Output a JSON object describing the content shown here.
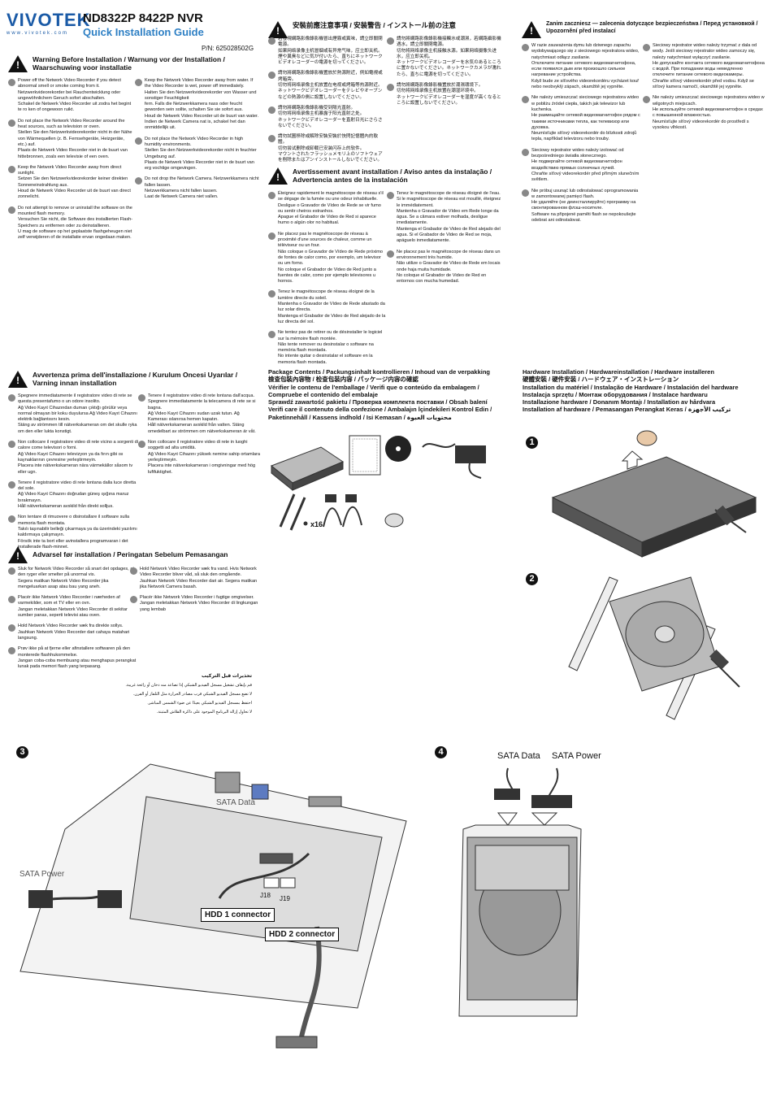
{
  "header": {
    "brand": "VIVOTEK",
    "brand_url": "www.vivotek.com",
    "model": "ND8322P 8422P NVR",
    "guide": "Quick Installation Guide",
    "pn": "P/N: 625028502G"
  },
  "warn1": {
    "title": "Warning Before Installation / Warnung vor der Installation / Waarschuwing voor installatie",
    "left": [
      "Power off the Network Video Recorder if you detect abnormal smell or smoke coming from it.\nNetzwerkvideorekorder bei Rauchentwicklung oder ungewöhnlichem Geruch sofort abschalten.\nSchakel de Netwerk Video Recorder uit zodra het begint te ro ken of ongewoon ruikt.",
      "Do not place the Network Video Recorder around the heat sources, such as television or oven.\nStellen Sie den Netzwerkvideorekorder nicht in der Nähe von Wärmequellen (z. B. Fernsehgeräte, Heizgeräte, etc.) auf.\nPlaats de Netwerk Video Recorder niet in de buurt van hittebronnen, zoals een televisie of een oven.",
      "Keep the Network Video Recorder away from direct sunlight.\nSetzen Sie den Netzwerkvideorekorder keiner direkten Sonneneinstrahlung aus.\nHoud de Netwerk Video Recorder uit de buurt van direct zonnelicht.",
      "Do not attempt to remove or uninstall the software on the mounted flash memory.\nVersuchen Sie nicht, die Software des installierten Flash-Speichers zu entfernen oder zu deinstallieren.\nU mag de software op het geplaatste flashgeheugen niet zelf verwijderen of de installatie ervan ongedaan maken."
    ],
    "right": [
      "Keep the Network Video Recorder away from water. If the Video Recorder is wet, power off immediately.\nHalten Sie den Netzwerkvideorekorder von Wasser und sonstiger Feuchtigkeit\nfern. Falls die Netzwerkkamera nass oder feucht geworden sein sollte, schalten Sie sie sofort aus.\nHoud de Netwerk Video Recorder uit de buurt van water. Indien de Netwerk Camera nat is, schakel het dan onmiddellijk uit.",
      "Do not place the Network Video Recorder in high humidity environments.\nStellen Sie den Netzwerkvideorekorder nicht in feuchter Umgebung auf.\nPlaats de Netwerk Video Recorder niet in de buurt van erg vochtige omgevingen.",
      "Do not drop the Network Camera. Netzwerkkamera nicht fallen lassen.\nNetzwerkkamera nicht fallen lassen.\nLaat de Netwerk Camera niet vallen."
    ]
  },
  "warn_cjk": {
    "title": "安裝前應注意事項 / 安装警告 / インストール前の注意",
    "left": [
      "若發現網路影像錄影機冒出煙霧或異味，請立即關閉電源。\n如果网络录像主机冒烟或有异常气味，应立即关机。\n煙や異臭などに気が付いたら、直ちにネットワークビデオレコーダーの電源を切ってください。",
      "請勿將網路影像錄影機置放於熱源附近，例如電視或烤箱旁。\n切勿将网络录像主机放置在电视或烤箱等热源附近。\nネットワークビデオレコーダーをテレビやオーブンなどの熱源の側に設置しないでください。",
      "請勿將網路影像錄影機受到陽光直射。\n切勿将网络录像主机暴露于阳光直射之处。\nネットワークビデオレコーダーを直射日光にさらさないでください。",
      "請勿試圖移除或解除安裝安裝於快閃記憶體內的軟體。\n切勿尝试删除或卸载已安装闪存上的软件。\nマウントされたフラッシュメモリ上のソフトウェアを削除またはアンインストールしないでください。"
    ],
    "right": [
      "請勿將網路影像錄影機接觸水或潮濕，若網路攝影機遇水，請立即關閉電源。\n切勿将网络录像主机接触水源。如果网络摄像头进水，应立即关机。\nネットワークビデオレコーダーを水気のあるところに置かないでください。ネットワークカメラが濡れたら、直ちに電源を切ってください。",
      "請勿將網路影像錄影機置放於潮濕環境下。\n切勿将网络录像主机放置在潮湿环境中。\nネットワークビデオレコーダーを湿度が高くなるところに設置しないでください。"
    ]
  },
  "warn_fr": {
    "title": "Avertissement avant installation / Aviso antes da instalação / Advertencia antes de la instalación",
    "left": [
      "Éteignez rapidement le magnétoscope de réseau s'il se dégage de la fumée ou une odeur inhabituelle.\nDesligue o Gravador de Vídeo de Rede se vir fumo ou sentir cheiros estranhos.\nApague el Grabador de Video de Red si aparece humo o algún olor no habitual.",
      "Ne placez pas le magnétoscope de réseau à proximité d'une sources de chaleur, comme un téléviseur ou un four.\nNão coloque o Gravador de Vídeo de Rede próximo de fontes de calor como, por exemplo, um televisor ou um forno.\nNo coloque el Grabador de Video de Red junto a fuentes de calor, como por ejemplo televisores u hornos.",
      "Tenez le magnétoscope de réseau éloigné de la lumière directe du soleil.\nMantenha o Gravador de Vídeo de Rede afastado da luz solar directa.\nMantenga el Grabador de Video de Red alejado de la luz directa del sol.",
      "Ne tentez pas de retirer ou de désinstaller le logiciel sur la mémoire flash montée.\nNão tente remover ou desinstalar o software na memória flash montada.\nNo intente quitar o desinstalar el software en la memoria flash montada."
    ],
    "right": [
      "Tenez le magnétoscope de réseau éloigné de l'eau. Si le magnétoscope de réseau est mouillé, éteignez le immédiatement.\nMantenha o Gravador de Vídeo em Rede longe da água. Se a câmara estiver molhada, desligue imediatamente.\nMantenga el Grabador de Video de Red alejado del agua. Si el Grabador de Video de Red se moja, apáguelo inmediatamente.",
      "Ne placez pas le magnétoscope de réseau dans un environnement très humide.\nNão utilize o Gravador de Vídeo de Rede em locais onde haja muita humidade.\nNo coloque el Grabador de Video de Red en entornos con mucha humedad."
    ]
  },
  "warn_pl": {
    "title": "Zanim zaczniesz — zalecenia dotyczące bezpieczeństwa / Перед установкой / Upozornění před instalací",
    "left": [
      "W razie zauważenia dymu lub dziwnego zapachu wydobywającego się z sieciowego rejestratora wideo, natychmiast odłącz zasilanie.\nОтключите питание сетевого видеомагнитофона, если появился дым или произошло сильное нагревание устройства.\nKdyž bude ze síťového videorekordéru vycházet kouř nebo neobvyklý zápach, okamžitě jej vypněte.",
      "Nie należy umieszczać sieciowego rejestratora wideo w pobliżu źródeł ciepła, takich jak telewizor lub kuchenka.\nНе размещайте сетевой видеомагнитофон рядом с такими источниками тепла, как телевизор или духовка.\nNeumísťujte síťový videorekordér do blízkosti zdrojů tepla, například televizoru nebo trouby.",
      "Sieciowy rejestrator wideo należy izolować od bezpośredniego światła słonecznego.\nНе подвергайте сетевой видеомагнитофон воздействию прямых солнечных лучей.\nChraňte síťový videorekordér před přímým slunečním světlem.",
      "Nie próbuj usunąć lub odinstalować oprogramowania w zamontowanej pamięci flash.\nНе удаляйте (не деинсталлируйте) программу на смонтированном флэш-носителе.\nSoftware na připojené paměti flash se nepokoušejte odebrat ani odinstalovat."
    ],
    "right": [
      "Sieciowy rejestrator wideo należy trzymać z dala od wody. Jeśli sieciowy rejestrator wideo zamoczy się, należy natychmiast wyłączyć zasilanie.\nНе допускайте контакта сетевого видеомагнитофона с водой. При попадании воды немедленно отключите питание сетевого видеокамеры.\nChraňte síťový videorekordér před vodou. Když se síťový kamera namočí, okamžitě jej vypněte.",
      "Nie należy umieszczać sieciowego rejestratora wideo w wilgotnych miejscach.\nНе используйте сетевой видеомагнитофон в средах с повышенной влажностью.\nNeumísťujte síťový videorekordér do prostředí s vysokou vlhkostí."
    ]
  },
  "warn_it": {
    "title": "Avvertenza prima dell'installazione / Kurulum Oncesi Uyarılar / Varning innan installation",
    "left": [
      "Spegnere immediatamente il registratore video di rete se questa presentafumo o un odore insolito.\nAğ Video Kayıt Cihazından duman çıktığı görülür veya normal olmayan bir koku duyulursa Ağ Video Kayıt Cihazını elektrik bağlantısını kesin.\nStäng av strömmen till nätverkskameran om det skulle ryka om den eller lukta konstigt.",
      "Non collocare il registratore video di rete vicino a sorgenti di calore come televisori o forni.\nAğ Video Kayıt Cihazını televizyon ya da fırın gibi ısı kaynaklarının çevresine yerleştirmeyin.\nPlacera inte nätverkskameran nära värmekällor såsom tv eller ugn.",
      "Tenere il registratore video di rete lontana dalla luce diretta del sole.\nAğ Video Kayıt Cihazını doğrudan güneş ışığına maruz bırakmayın.\nHåll nätverkskameran avskild från direkt solljus.",
      "Non tentare di rimuovere o disinstallare il software sulla memoria flash montata.\nTakılı taşınabilir belleği çıkarmaya ya da üzerindeki yazılımı kaldırmaya çalışmayın.\nFörsök inte ta bort eller avinstallera programvaran i det installerade flash-minnet."
    ],
    "right": [
      "Tenere il registratore video di rete lontana dall'acqua. Spegnere immediatamente la telecamera di rete se si bagna.\nAğ Video Kayıt Cihazını sudan uzak tutun. Ağ Kamerası ıslanırsa hemen kapatın.\nHåll nätverkskameran avskild från vatten. Stäng omedelbart av strömmen om nätverkskameran är våt.",
      "Non collocare il registratore video di rete in luoghi soggetti ad alta umidità.\nAğ Video Kayıt Cihazını yüksek nemine sahip ortamlara yerleştirmeyin.\nPlacera inte nätverkskameran i omgivningar med hög luftfuktighet."
    ]
  },
  "warn_da": {
    "title": "Advarsel før installation / Peringatan Sebelum Pemasangan",
    "left": [
      "Sluk for Network Video Recorder så snart det opdages, at den ryger eller smelter på unormal vis.\nSegera matikan Network Video Recorder jika mengeluarkan asap atau bau yang aneh.",
      "Placér ikke Network Video Recorder i nærheden af varmekilder, som et TV eller en ovn.\nJangan meletakkan Network Video Recorder di sekitar sumber panas, seperti televisi atau oven.",
      "Hold Network Video Recorder væk fra direkte sollys.\nJauhkan Network Video Recorder dari cahaya matahari langsung.",
      "Prøv ikke på at fjerne eller afinstallere softwaren på den monterede flashhukommelse.\nJangan coba-coba membuang atau menghapus perangkat lunak pada memori flash yang terpasang."
    ],
    "right": [
      "Hold Network Video Recorder væk fra vand. Hvis Network Video Recorder bliver våd, så sluk den omgående.\nJauhkan Network Video Recorder dari air. Segera matikan jika Network Camera basah.",
      "Placér ikke Network Video Recorder i fugtige omgivelser.\nJangan meletakkan Network Video Recorder di lingkungan yang lembab"
    ]
  },
  "arabic": {
    "title": "تحذيرات قبل التركيب",
    "items": [
      "قم بإيقاف تشغيل مسجل الفيديو الشبكي إذا تصاعد منه دخان أو رائحة غريبة.",
      "لا تضع مسجل الفيديو الشبكي قرب مصادر الحرارة مثل التلفاز أو الفرن.",
      "احتفظ بمسجل الفيديو الشبكي بعيدًا عن ضوء الشمس المباشر.",
      "لا تحاول إزالة البرنامج الموجود على ذاكرة الفلاش المثبتة."
    ]
  },
  "package": {
    "title1": "Package Contents / Packungsinhalt kontrollieren / Inhoud van de verpakking",
    "title2": "檢查包裝內容物 / 检查包装内容 / パッケージ内容の確認",
    "title3": "Vérifier le contenu de l'emballage / Verifi que o conteúdo da embalagem / Compruebe el contenido del embalaje",
    "title4": "Sprawdź zawartość pakietu / Проверка комплекта поставки / Obsah balení",
    "title5": "Verifi care il contenuto della confezione / Ambalajın İçindekileri Kontrol Edin / Paketinnehåll / Kassens indhold / Isi Kemasan / محتويات العبوة",
    "screws": "x16"
  },
  "hardware": {
    "title1": "Hardware Installation / Hardwareinstallation / Hardware installeren",
    "title2": "硬體安裝 / 硬件安装 / ハードウェア・インストレーション",
    "title3": "Installation du matériel / Instalação de Hardware / Instalación del hardware",
    "title4": "Instalacja sprzętu / Монтаж оборудования / Instalace hardwaru",
    "title5": "Installazione hardware / Donanım Montajı / Installation av hårdvara",
    "title6": "Installation af hardware / Pemasangan Perangkat Keras / تركيب الأجهزة"
  },
  "steps": {
    "s1": "1",
    "s2": "2",
    "s3": "3",
    "s4": "4",
    "sata_data": "SATA Data",
    "sata_power": "SATA Power",
    "sata_data_4": "SATA Data",
    "sata_power_4": "SATA Power",
    "hdd1": "HDD 1 connector",
    "hdd2": "HDD 2 connector",
    "j18": "J18",
    "j19": "J19"
  },
  "colors": {
    "brand": "#1a5aa6",
    "accent": "#2d7fc4"
  }
}
